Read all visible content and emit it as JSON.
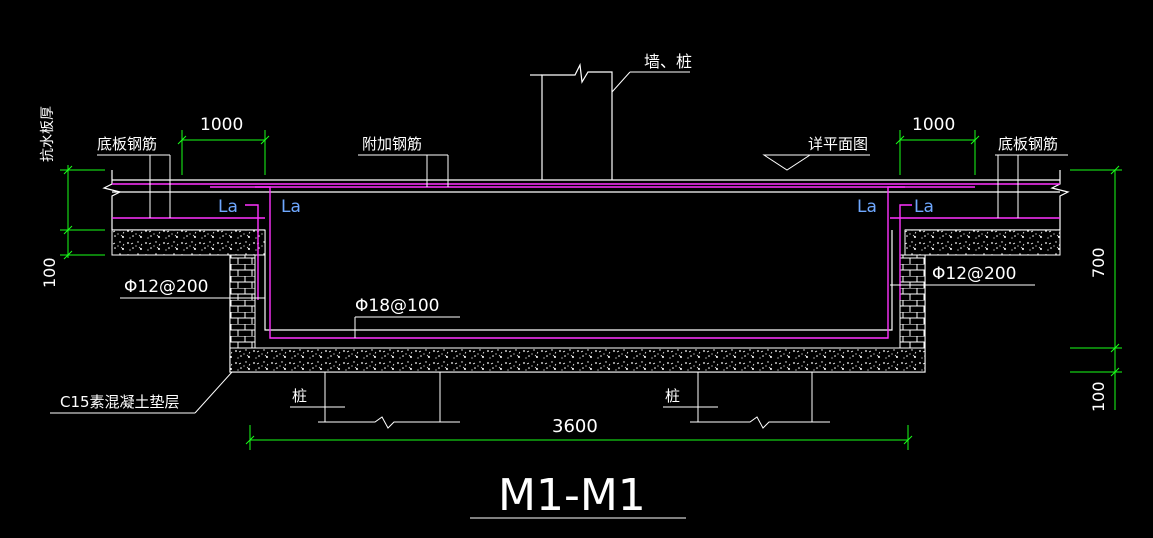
{
  "drawing": {
    "title": "M1-M1",
    "colors": {
      "background": "#000000",
      "outline": "#ffffff",
      "rebar": "#ff33ff",
      "dimension": "#19ff19",
      "leader": "#ffffff",
      "text": "#ffffff"
    },
    "labels": {
      "wall_pile": "墙、桩",
      "slab_rebar_left": "底板钢筋",
      "slab_rebar_right": "底板钢筋",
      "additional_rebar": "附加钢筋",
      "see_plan": "详平面图",
      "slab_thickness": "抗水板厚",
      "la_1": "La",
      "la_2": "La",
      "la_3": "La",
      "la_4": "La",
      "rebar_left": "Φ12@200",
      "rebar_right": "Φ12@200",
      "rebar_bottom": "Φ18@100",
      "cushion": "C15素混凝土垫层",
      "pile_left": "桩",
      "pile_right": "桩"
    },
    "dimensions": {
      "left_top": "1000",
      "right_top": "1000",
      "left_side": "100",
      "right_side_upper": "700",
      "right_side_lower": "100",
      "bottom": "3600"
    }
  }
}
